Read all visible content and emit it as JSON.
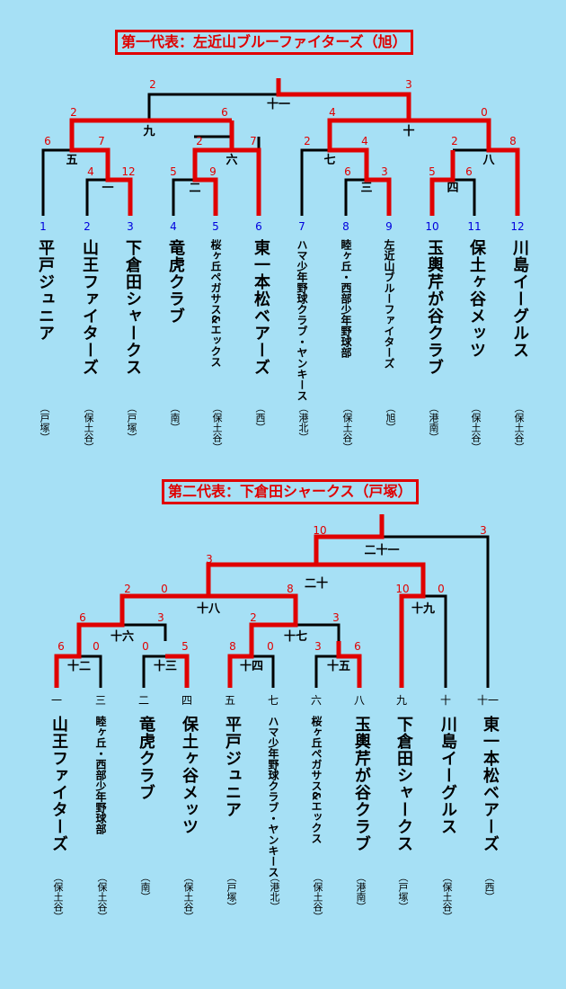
{
  "bracket1": {
    "title": "第一代表：左近山ブルーファイターズ（旭）",
    "teams": [
      {
        "no": "1",
        "name": "平戸ジュニア",
        "area": "（戸塚）"
      },
      {
        "no": "2",
        "name": "山王ファイターズ",
        "area": "（保土谷）"
      },
      {
        "no": "3",
        "name": "下倉田シャークス",
        "area": "（戸塚）"
      },
      {
        "no": "4",
        "name": "竜虎クラブ",
        "area": "（南）"
      },
      {
        "no": "5",
        "name": "桜ヶ丘ペガサス&エックス",
        "area": "（保土谷）"
      },
      {
        "no": "6",
        "name": "東一本松ベアーズ",
        "area": "（西）"
      },
      {
        "no": "7",
        "name": "ハマ少年野球クラブ・ヤンキース",
        "area": "（港北）"
      },
      {
        "no": "8",
        "name": "睦ヶ丘・西部少年野球部",
        "area": "（保土谷）"
      },
      {
        "no": "9",
        "name": "左近山ブルーファイターズ",
        "area": "（旭）"
      },
      {
        "no": "10",
        "name": "玉輿芹が谷クラブ",
        "area": "（港南）"
      },
      {
        "no": "11",
        "name": "保土ヶ谷メッツ",
        "area": "（保土谷）"
      },
      {
        "no": "12",
        "name": "川島イーグルス",
        "area": "（保土谷）"
      }
    ],
    "game_labels": [
      "一",
      "二",
      "三",
      "四",
      "五",
      "六",
      "七",
      "八",
      "九",
      "十",
      "十一"
    ],
    "scores": [
      "6",
      "7",
      "4",
      "12",
      "5",
      "9",
      "2",
      "7",
      "2",
      "6",
      "2",
      "4",
      "6",
      "3",
      "5",
      "6",
      "2",
      "8",
      "4",
      "0",
      "2",
      "3"
    ]
  },
  "bracket2": {
    "title": "第二代表：下倉田シャークス（戸塚）",
    "teams": [
      {
        "no": "一",
        "name": "山王ファイターズ",
        "area": "（保土谷）"
      },
      {
        "no": "三",
        "name": "睦ヶ丘・西部少年野球部",
        "area": "（保土谷）"
      },
      {
        "no": "二",
        "name": "竜虎クラブ",
        "area": "（南）"
      },
      {
        "no": "四",
        "name": "保土ヶ谷メッツ",
        "area": "（保土谷）"
      },
      {
        "no": "五",
        "name": "平戸ジュニア",
        "area": "（戸塚）"
      },
      {
        "no": "七",
        "name": "ハマ少年野球クラブ・ヤンキース",
        "area": "（港北）"
      },
      {
        "no": "六",
        "name": "桜ヶ丘ペガサス&エックス",
        "area": "（保土谷）"
      },
      {
        "no": "八",
        "name": "玉輿芹が谷クラブ",
        "area": "（港南）"
      },
      {
        "no": "九",
        "name": "下倉田シャークス",
        "area": "（戸塚）"
      },
      {
        "no": "十",
        "name": "川島イーグルス",
        "area": "（保土谷）"
      },
      {
        "no": "十一",
        "name": "東一本松ベアーズ",
        "area": "（西）"
      }
    ],
    "game_labels": [
      "十二",
      "十三",
      "十四",
      "十五",
      "十六",
      "十七",
      "十八",
      "十九",
      "二十",
      "二十一"
    ],
    "scores": [
      "6",
      "0",
      "0",
      "5",
      "8",
      "0",
      "3",
      "6",
      "6",
      "3",
      "2",
      "0",
      "10",
      "0",
      "2",
      "3",
      "3",
      "8",
      "10",
      "3"
    ]
  },
  "colors": {
    "background": "#a6e0f5",
    "win": "#e00000",
    "line": "#000000",
    "number_blue": "#0000dd",
    "score_red": "#e00000"
  }
}
